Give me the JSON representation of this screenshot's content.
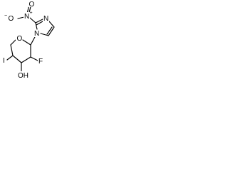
{
  "molecule": {
    "atoms": {
      "o_nitro_top": "O",
      "n_nitro": "N",
      "n_nitro_charge": "+",
      "o_nitro_left": "O",
      "o_nitro_charge": "−",
      "n_imidazole_ring": "N",
      "n_imidazole_attached": "N",
      "o_pyran": "O",
      "i_iodo": "I",
      "f_fluoro": "F",
      "oh_hydroxy": "OH"
    }
  }
}
